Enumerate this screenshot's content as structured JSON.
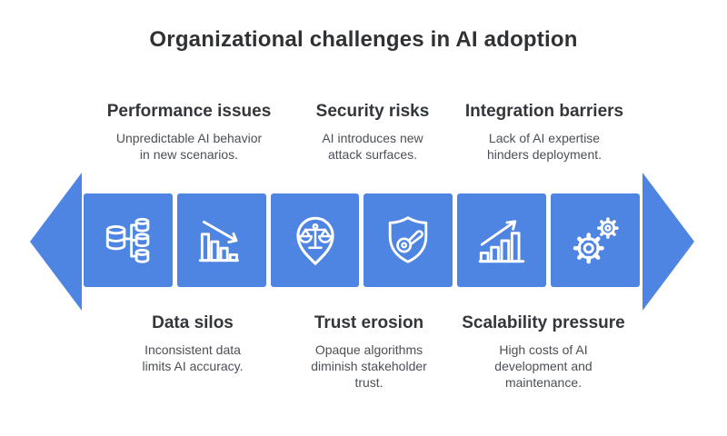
{
  "title": "Organizational challenges in AI adoption",
  "top_labels": [
    {
      "heading": "Performance issues",
      "body": "Unpredictable AI behavior\nin new scenarios."
    },
    {
      "heading": "Security risks",
      "body": "AI introduces new\nattack surfaces."
    },
    {
      "heading": "Integration barriers",
      "body": "Lack of AI expertise\nhinders deployment."
    }
  ],
  "bottom_labels": [
    {
      "heading": "Data silos",
      "body": "Inconsistent data\nlimits AI accuracy."
    },
    {
      "heading": "Trust erosion",
      "body": "Opaque algorithms\ndiminish stakeholder\ntrust."
    },
    {
      "heading": "Scalability pressure",
      "body": "High costs of AI\ndevelopment and\nmaintenance."
    }
  ],
  "icons": [
    {
      "name": "database-silos-icon"
    },
    {
      "name": "declining-bar-chart-icon"
    },
    {
      "name": "scales-pin-icon"
    },
    {
      "name": "shield-key-icon"
    },
    {
      "name": "rising-bar-chart-icon"
    },
    {
      "name": "gears-icon"
    }
  ],
  "colors": {
    "arrow_blue": "#4f85e2",
    "icon_stroke": "#ffffff",
    "heading_text": "#33373b",
    "body_text": "#4b5056",
    "background": "#ffffff"
  }
}
